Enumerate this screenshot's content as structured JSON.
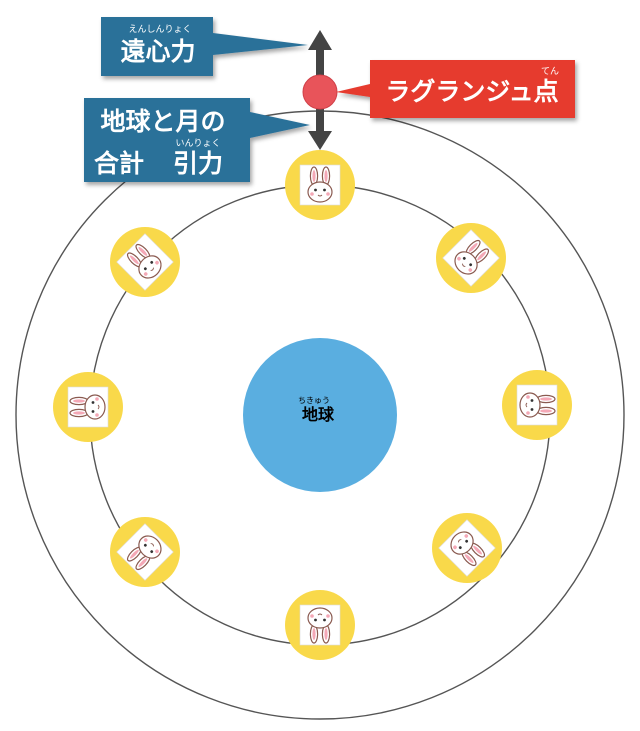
{
  "callouts": {
    "centrifugal": {
      "reading": "えんしんりょく",
      "text": "遠心力"
    },
    "lagrange": {
      "text": "ラグランジュ点",
      "reading": "てん"
    },
    "combined_line1": "地球と月の",
    "combined_line2_left": "合計",
    "combined_line2_right_reading": "いんりょく",
    "combined_line2_right": "引力"
  },
  "earth": {
    "reading": "ちきゅう",
    "text": "地球"
  },
  "colors": {
    "callout_blue": "#2c7199",
    "lagrange_red": "#e63a2e",
    "lagrange_point": "#e8545a",
    "earth_blue": "#5aaee0",
    "moon_yellow": "#f9d94a",
    "orbit_line": "#555555",
    "rabbit_outline": "#8a5a50",
    "rabbit_ear_pink": "#f4a8b6"
  },
  "moons": {
    "count": 8,
    "icon": "rabbit-face-icon"
  }
}
